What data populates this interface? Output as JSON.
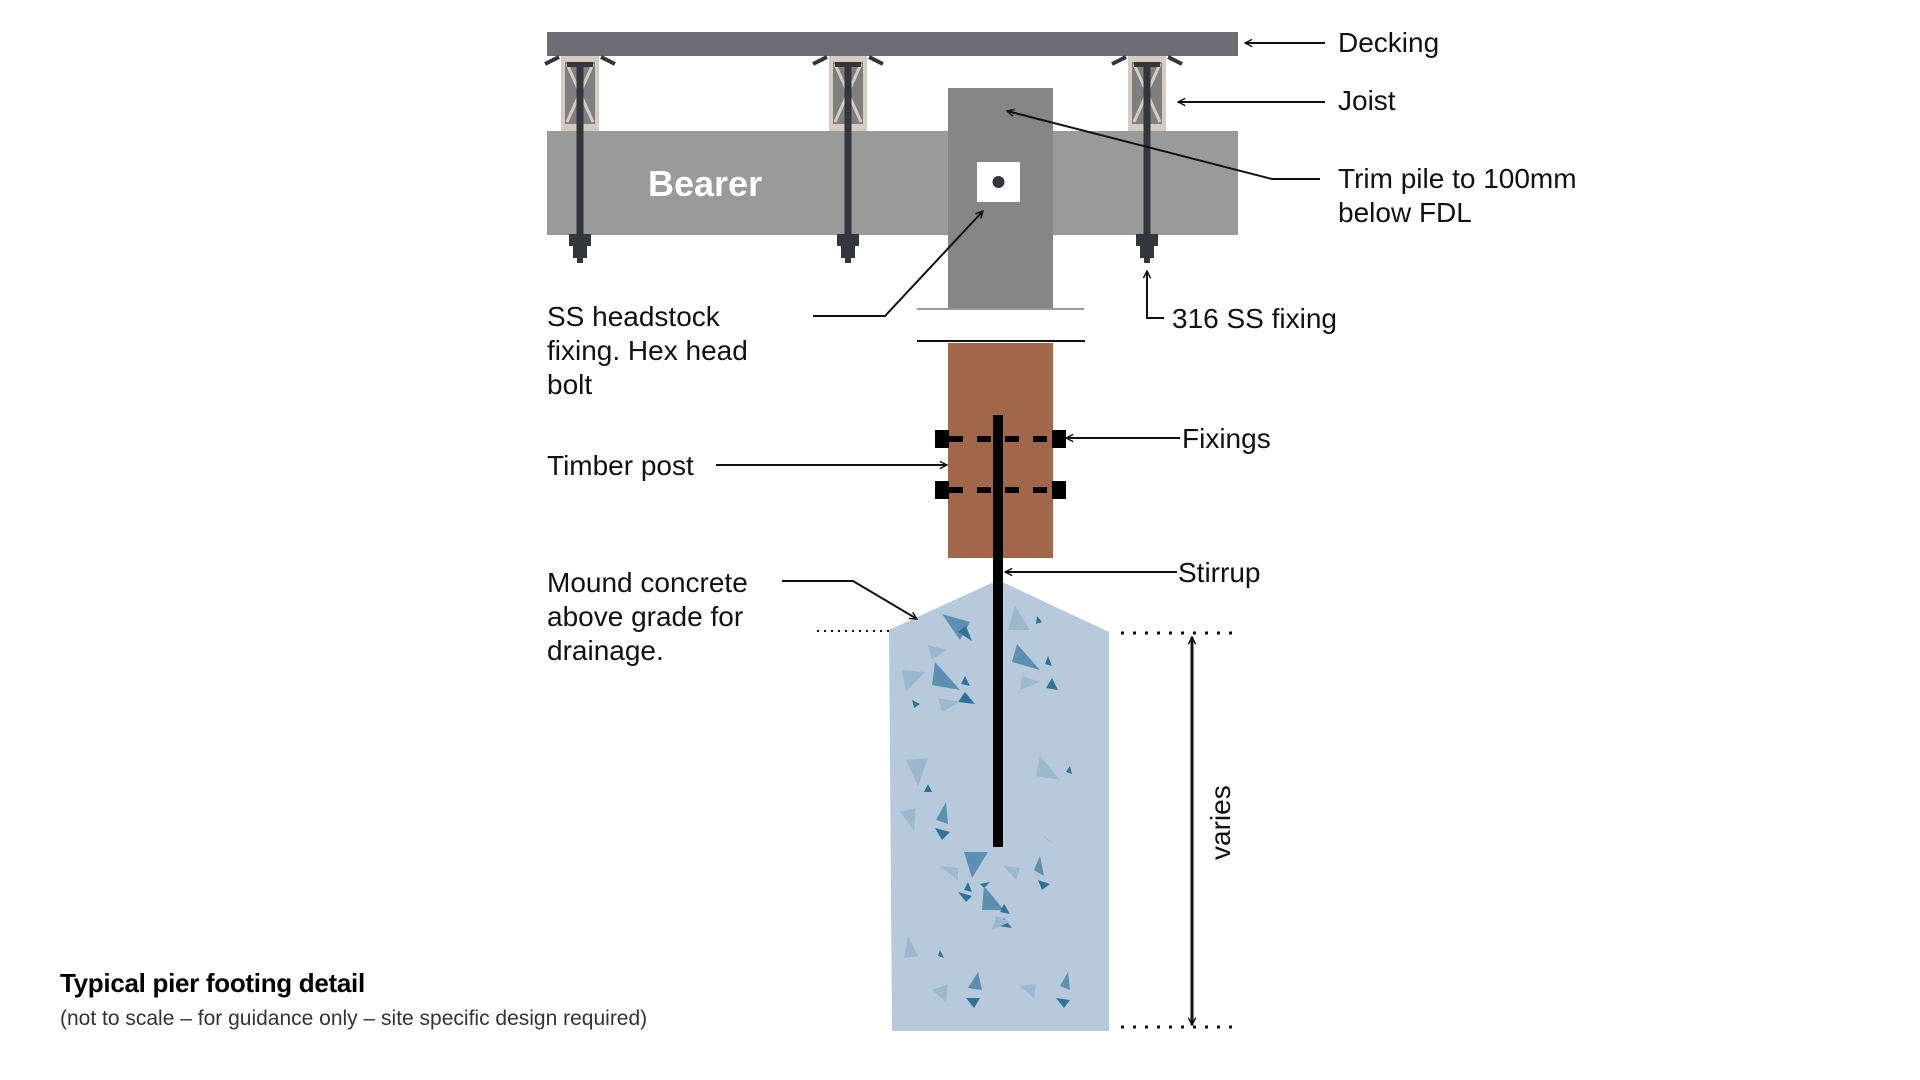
{
  "diagram": {
    "title": "Typical pier footing detail",
    "subtitle": "(not to scale – for guidance only – site specific design required)",
    "component_labels": {
      "bearer": "Bearer"
    },
    "callouts": {
      "decking": "Decking",
      "joist": "Joist",
      "trim_pile": [
        "Trim pile to 100mm",
        "below FDL"
      ],
      "headstock": [
        "SS headstock",
        "fixing. Hex head",
        "bolt"
      ],
      "ss_fixing": "316 SS fixing",
      "fixings": "Fixings",
      "timber_post": "Timber post",
      "stirrup": "Stirrup",
      "mound": [
        "Mound concrete",
        "above grade for",
        "drainage."
      ],
      "dimension": "varies"
    },
    "colors": {
      "decking": "#6d6c73",
      "bearer": "#9a9a9a",
      "pile": "#868686",
      "joist_frame": "#d4ccc0",
      "joist_inner": "#7f7f7f",
      "bolt": "#33363d",
      "timber_post": "#a0674a",
      "concrete": "#b7cadb",
      "aggregate_dark": "#2f7396",
      "aggregate_mid": "#5d8fb0",
      "aggregate_light": "#9bb8cf",
      "line": "#111111"
    }
  }
}
